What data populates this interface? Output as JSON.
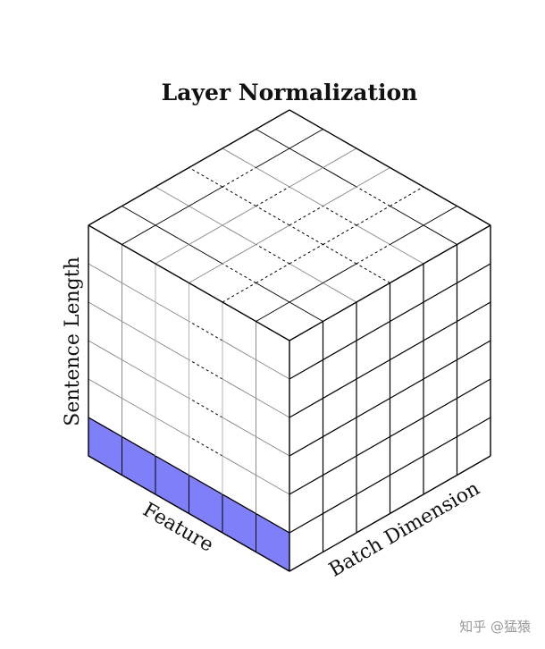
{
  "diagram": {
    "title": "Layer Normalization",
    "axes": {
      "sentence_length": "Sentence Length",
      "feature": "Feature",
      "batch_dimension": "Batch Dimension"
    },
    "grid": {
      "feature_cells": 6,
      "batch_cells": 6,
      "sentence_cells": 6,
      "elided_feature_column": 2,
      "elided_batch_row": 3
    },
    "highlight": {
      "description_row": "bottom",
      "fill_color": "#7f7ff9",
      "stroke_color": "#000000"
    },
    "colors": {
      "line": "#000000",
      "inner_line": "#8c8c8c",
      "background": "#ffffff"
    }
  },
  "watermark": "知乎 @猛猿"
}
